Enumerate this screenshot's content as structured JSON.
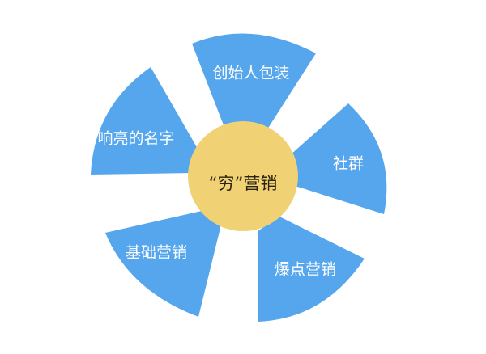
{
  "diagram": {
    "type": "radial-sector-diagram",
    "colors": {
      "sector": "#55a6ec",
      "center": "#f0d174",
      "sector_text": "#ffffff",
      "center_text": "#2a2410",
      "background": "#ffffff"
    },
    "center": {
      "label": "“穷”营销"
    },
    "sectors": [
      {
        "label": "创始人包装",
        "position": "top"
      },
      {
        "label": "社群",
        "position": "right"
      },
      {
        "label": "爆点营销",
        "position": "bottom-right"
      },
      {
        "label": "基础营销",
        "position": "bottom-left"
      },
      {
        "label": "响亮的名字",
        "position": "left"
      }
    ]
  }
}
